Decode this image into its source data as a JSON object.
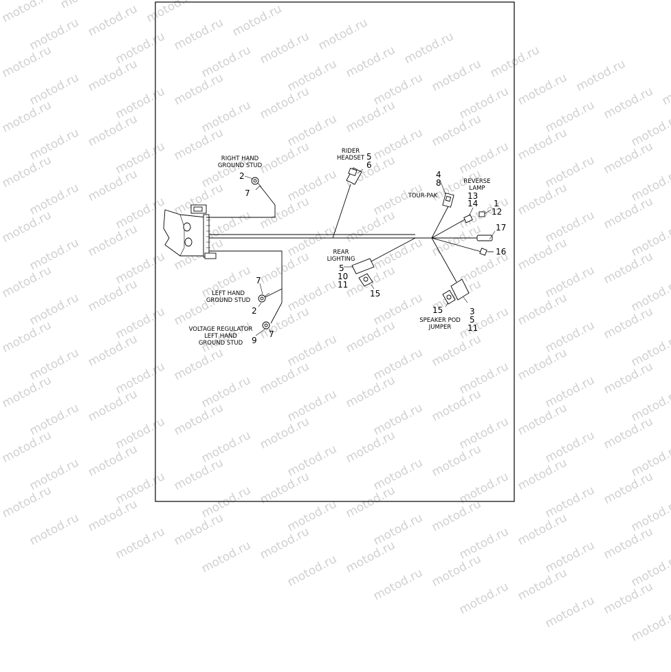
{
  "watermark": "motod.ru",
  "callouts": {
    "right_hand_ground_stud": "RIGHT HAND\nGROUND STUD",
    "rider_headset": "RIDER\nHEADSET",
    "tour_pak": "TOUR-PAK",
    "reverse_lamp": "REVERSE\nLAMP",
    "rear_lighting": "REAR\nLIGHTING",
    "left_hand_ground_stud": "LEFT HAND\nGROUND STUD",
    "voltage_regulator": "VOLTAGE REGULATOR\nLEFT HAND\nGROUND STUD",
    "speaker_pod_jumper": "SPEAKER POD\nJUMPER"
  },
  "numbers": {
    "rh_2": "2",
    "rh_7": "7",
    "headset_5": "5",
    "headset_6": "6",
    "tour_4": "4",
    "tour_8": "8",
    "rev_13": "13",
    "rev_14": "14",
    "n_1": "1",
    "n_12": "12",
    "n_17": "17",
    "n_16": "16",
    "rear_5": "5",
    "rear_10": "10",
    "rear_11": "11",
    "rear_15": "15",
    "lh_7": "7",
    "lh_2": "2",
    "vr_7": "7",
    "vr_9": "9",
    "sp_15": "15",
    "sp_3": "3",
    "sp_5": "5",
    "sp_11": "11"
  }
}
